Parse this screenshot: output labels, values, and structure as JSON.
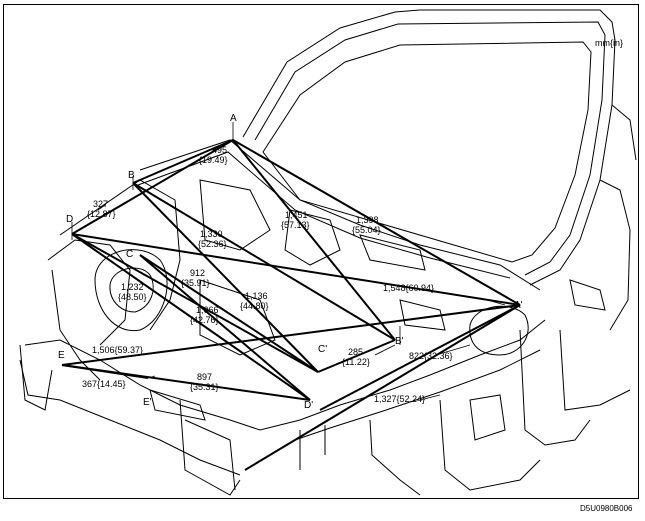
{
  "unit_label": "mm{in}",
  "figure_code": "D5U0980B006",
  "points": [
    {
      "id": "A",
      "label": "A"
    },
    {
      "id": "B",
      "label": "B"
    },
    {
      "id": "C",
      "label": "C"
    },
    {
      "id": "D",
      "label": "D"
    },
    {
      "id": "E",
      "label": "E"
    },
    {
      "id": "A2",
      "label": "A'"
    },
    {
      "id": "B2",
      "label": "B'"
    },
    {
      "id": "C2",
      "label": "C'"
    },
    {
      "id": "D2",
      "label": "D'"
    },
    {
      "id": "E2",
      "label": "E'"
    }
  ],
  "dimensions": [
    {
      "id": "d495",
      "mm": "495",
      "in": "{19.49}"
    },
    {
      "id": "d327",
      "mm": "327",
      "in": "{12.87}"
    },
    {
      "id": "d1330",
      "mm": "1,330",
      "in": "{52.36}"
    },
    {
      "id": "d1451",
      "mm": "1,451",
      "in": "{57.13}"
    },
    {
      "id": "d1398",
      "mm": "1,398",
      "in": "{55.04}"
    },
    {
      "id": "d912",
      "mm": "912",
      "in": "{35.91}"
    },
    {
      "id": "d1232",
      "mm": "1,232",
      "in": "{48.50}"
    },
    {
      "id": "d1136",
      "mm": "1,136",
      "in": "{44.80}"
    },
    {
      "id": "d1066",
      "mm": "1,066",
      "in": "{42.76}"
    },
    {
      "id": "d1548",
      "text": "1,548{60.94}"
    },
    {
      "id": "d1506",
      "text": "1,506{59.37}"
    },
    {
      "id": "d285",
      "mm": "285",
      "in": "{11.22}"
    },
    {
      "id": "d822",
      "text": "822{32.36}"
    },
    {
      "id": "d897",
      "mm": "897",
      "in": "{35.31}"
    },
    {
      "id": "d367",
      "text": "367{14.45}"
    },
    {
      "id": "d1327",
      "text": "1,327{52.24}"
    }
  ]
}
